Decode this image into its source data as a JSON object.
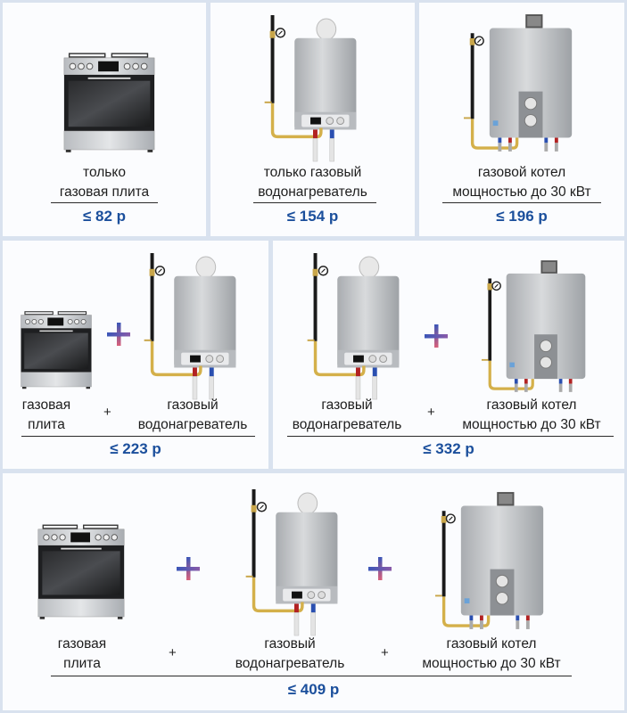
{
  "panels": [
    {
      "items": [
        {
          "icon": "gas-stove-icon",
          "label": "только газовая плита"
        }
      ],
      "label_lines": [
        "только",
        "газовая плита"
      ],
      "price": "≤ 82 р"
    },
    {
      "items": [
        {
          "icon": "gas-water-heater-icon"
        }
      ],
      "label_lines": [
        "только газовый",
        "водонагреватель"
      ],
      "price": "≤ 154 р"
    },
    {
      "items": [
        {
          "icon": "gas-boiler-icon"
        }
      ],
      "label_lines": [
        "газовой котел",
        "мощностью до 30 кВт"
      ],
      "price": "≤ 196 р"
    },
    {
      "items": [
        {
          "icon": "gas-stove-icon",
          "label_lines": [
            "газовая",
            "плита"
          ]
        },
        {
          "icon": "gas-water-heater-icon",
          "label_lines": [
            "газовый",
            "водонагреватель"
          ]
        }
      ],
      "price": "≤ 223 р"
    },
    {
      "items": [
        {
          "icon": "gas-water-heater-icon",
          "label_lines": [
            "газовый",
            "водонагреватель"
          ]
        },
        {
          "icon": "gas-boiler-icon",
          "label_lines": [
            "газовый котел",
            "мощностью до 30 кВт"
          ]
        }
      ],
      "price": "≤ 332 р"
    },
    {
      "items": [
        {
          "icon": "gas-stove-icon",
          "label_lines": [
            "газовая",
            "плита"
          ]
        },
        {
          "icon": "gas-water-heater-icon",
          "label_lines": [
            "газовый",
            "водонагреватель"
          ]
        },
        {
          "icon": "gas-boiler-icon",
          "label_lines": [
            "газовый котел",
            "мощностью до 30 кВт"
          ]
        }
      ],
      "price": "≤ 409 р"
    }
  ],
  "operator": "+",
  "colors": {
    "price": "#1b4f9c",
    "border": "#d9e2ef",
    "panel": "#fbfcfe"
  }
}
